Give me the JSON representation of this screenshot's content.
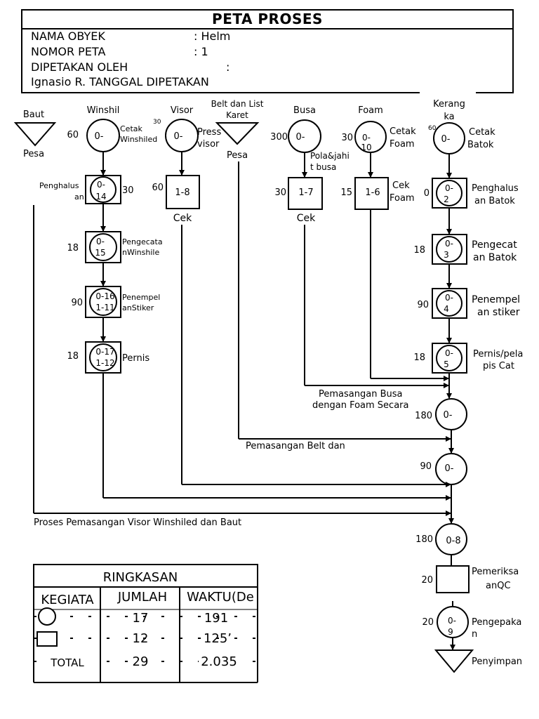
{
  "header": {
    "title": "PETA PROSES",
    "rows": [
      {
        "label": "NAMA OBYEK",
        "value": ": Helm"
      },
      {
        "label": "NOMOR PETA",
        "value": ": 1"
      },
      {
        "label": "DIPETAKAN OLEH",
        "value": ":"
      },
      {
        "label": "Ignasio R. TANGGAL DIPETAKAN",
        "value": ""
      }
    ]
  },
  "columns": {
    "baut": {
      "name": "Baut",
      "sub": "Pesa"
    },
    "winshil": {
      "name": "Winshil",
      "op1": {
        "time": "60",
        "code": "0-",
        "desc1": "Cetak",
        "desc2": "Winshiled"
      },
      "op2": {
        "time": "30",
        "code1": "0-",
        "code2": "14",
        "desc1": "Penghalus",
        "desc2": "an"
      },
      "op3": {
        "time": "18",
        "code1": "0-",
        "code2": "15",
        "desc1": "Pengecata",
        "desc2": "nWinshile"
      },
      "op4": {
        "time": "90",
        "code1": "0-16",
        "code2": "1-11",
        "desc1": "Penempel",
        "desc2": "anStiker"
      },
      "op5": {
        "time": "18",
        "code1": "0-17",
        "code2": "1-12",
        "desc1": "Pernis"
      }
    },
    "visor": {
      "name": "Visor",
      "op1": {
        "time": "30",
        "code": "0-",
        "desc1": "Press",
        "desc2": "visor"
      },
      "insp": {
        "time": "60",
        "code": "1-8",
        "label": "Cek"
      }
    },
    "belt": {
      "name1": "Belt dan List",
      "name2": "Karet",
      "sub": "Pesa"
    },
    "busa": {
      "name": "Busa",
      "op1": {
        "time": "300",
        "code": "0-",
        "desc1": "Pola&jahi",
        "desc2": "t busa"
      },
      "insp": {
        "time": "30",
        "code": "1-7",
        "label": "Cek"
      }
    },
    "foam": {
      "name": "Foam",
      "op1": {
        "time": "30",
        "code1": "0-",
        "code2": "10",
        "desc1": "Cetak",
        "desc2": "Foam"
      },
      "insp": {
        "time": "15",
        "code": "1-6",
        "desc1": "Cek",
        "desc2": "Foam"
      }
    },
    "kerangka": {
      "name1": "Kerang",
      "name2": "ka",
      "op1": {
        "time": "60",
        "code": "0-",
        "desc1": "Cetak",
        "desc2": "Batok"
      },
      "op2": {
        "time": "0",
        "code1": "0-",
        "code2": "2",
        "desc1": "Penghalus",
        "desc2": "an Batok"
      },
      "op3": {
        "time": "18",
        "code1": "0-",
        "code2": "3",
        "desc1": "Pengecat",
        "desc2": "an Batok"
      },
      "op4": {
        "time": "90",
        "code1": "0-",
        "code2": "4",
        "desc1": "Penempel",
        "desc2": "an stiker"
      },
      "op5": {
        "time": "18",
        "code1": "0-",
        "code2": "5",
        "desc1": "Pernis/pela",
        "desc2": "pis Cat"
      }
    }
  },
  "assembly": {
    "label_busa1": "Pemasangan Busa",
    "label_busa2": "dengan Foam Secara",
    "label_belt": "Pemasangan Belt dan",
    "label_visor": "Proses Pemasangan Visor Winshiled dan Baut",
    "op_a": {
      "time": "180",
      "code": "0-"
    },
    "op_b": {
      "time": "90",
      "code": "0-"
    },
    "op_c": {
      "time": "180",
      "code": "0-8"
    },
    "qc": {
      "time": "20",
      "desc1": "Pemeriksa",
      "desc2": "anQC"
    },
    "pack": {
      "time": "20",
      "code1": "0-",
      "code2": "9",
      "desc1": "Pengepaka",
      "desc2": "n"
    },
    "store": {
      "desc": "Penyimpan"
    }
  },
  "summary": {
    "title": "RINGKASAN",
    "headers": [
      "KEGIATA",
      "JUMLAH",
      "WAKTU(De"
    ],
    "rows": [
      {
        "symbol": "operation",
        "count": "17",
        "time": "191"
      },
      {
        "symbol": "inspection",
        "count": "12",
        "time": "125’"
      },
      {
        "symbol": "total",
        "label": "TOTAL",
        "count": "29",
        "time": "2.035"
      }
    ]
  }
}
